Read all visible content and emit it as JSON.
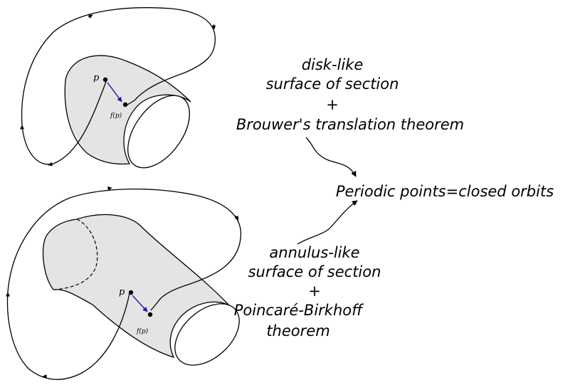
{
  "colors": {
    "surface_fill": "#e4e4e4",
    "stroke": "#000000",
    "displacement_arrow": "#1a1aa8"
  },
  "top_figure": {
    "point_label": "p",
    "image_label": "f(p)"
  },
  "bottom_figure": {
    "point_label": "p",
    "image_label": "f(p)"
  },
  "top_text": {
    "line1": "disk-like",
    "line2": "surface of section",
    "plus": "+",
    "line3": "Brouwer's translation theorem"
  },
  "result_text": "Periodic points=closed orbits",
  "bottom_text": {
    "line1": "annulus-like",
    "line2": "surface of section",
    "plus": "+",
    "line3": "Poincaré-Birkhoff",
    "line4": "theorem"
  }
}
